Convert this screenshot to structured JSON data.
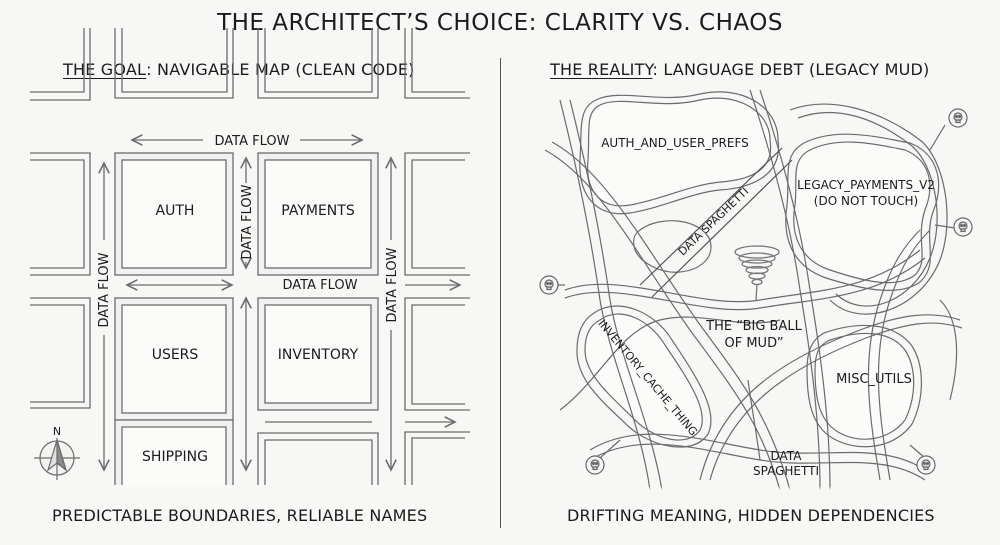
{
  "title": "THE ARCHITECT’S CHOICE: CLARITY VS. CHAOS",
  "left": {
    "heading_underlined": "THE GOAL",
    "heading_rest": ": NAVIGABLE MAP (CLEAN CODE)",
    "blocks": [
      "AUTH",
      "PAYMENTS",
      "USERS",
      "INVENTORY",
      "SHIPPING"
    ],
    "flow_label": "DATA FLOW",
    "compass_letter": "N",
    "caption": "PREDICTABLE BOUNDARIES, RELIABLE NAMES"
  },
  "right": {
    "heading_underlined": "THE REALITY",
    "heading_rest": ": LANGUAGE DEBT (LEGACY MUD)",
    "modules": {
      "auth": "AUTH_AND_USER_PREFS",
      "legacy_line1": "LEGACY_PAYMENTS_V2",
      "legacy_line2": "(DO NOT TOUCH)",
      "inventory": "INVENTORY_CACHE_THING",
      "misc": "MISC_UTILS"
    },
    "spaghetti_road": "DATA SPAGHETTI",
    "spaghetti_line1": "DATA",
    "spaghetti_line2": "SPAGHETTI",
    "mud_line1": "THE “BIG BALL",
    "mud_line2": "OF MUD”",
    "caption": "DRIFTING MEANING, HIDDEN DEPENDENCIES"
  },
  "colors": {
    "ink": "#1b1b1b",
    "pencil": "#6b6b6b",
    "paper": "#f7f7f5",
    "shade": "#dcdcda"
  }
}
